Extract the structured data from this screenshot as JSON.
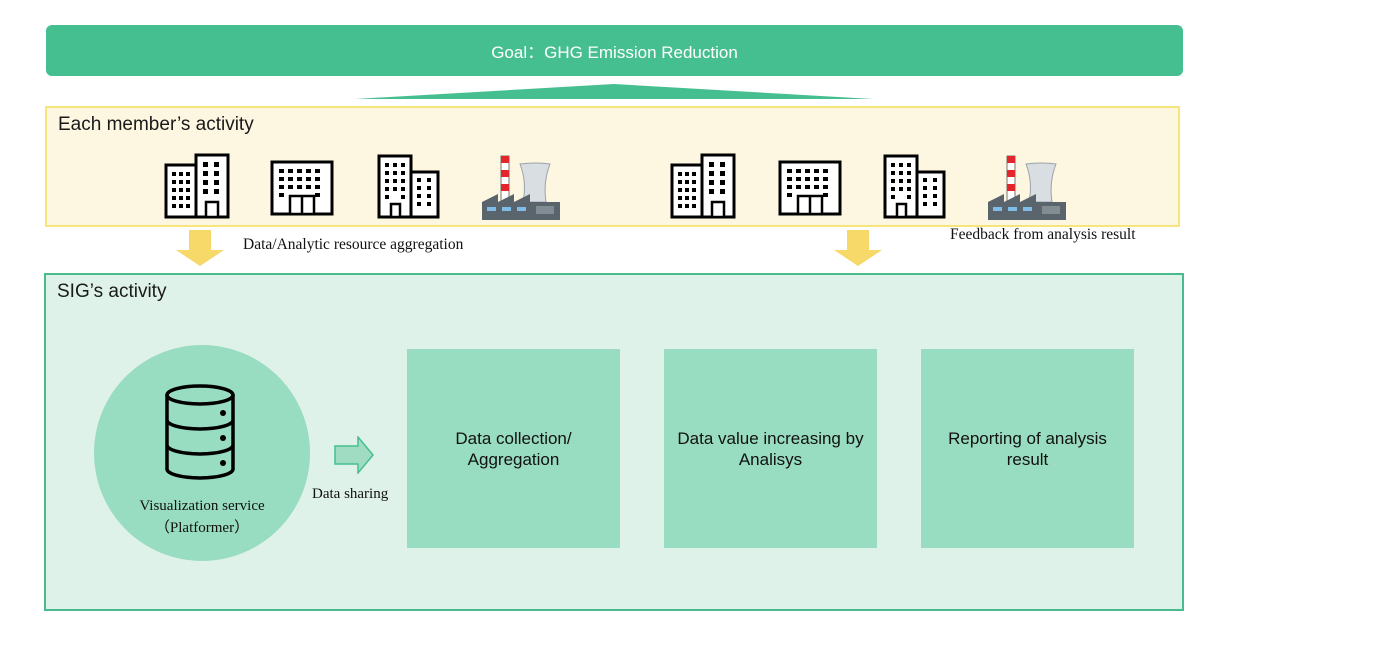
{
  "goal": {
    "text": "Goal：GHG Emission Reduction"
  },
  "member_section": {
    "title": "Each member’s activity",
    "facilities": [
      "building-tall-icon",
      "building-wide-icon",
      "building-double-icon",
      "power-plant-icon",
      "building-tall-icon",
      "building-wide-icon",
      "building-double-icon",
      "power-plant-icon"
    ]
  },
  "flows": {
    "aggregation_label": "Data/Analytic resource aggregation",
    "feedback_label": "Feedback from analysis result",
    "sharing_label": "Data sharing"
  },
  "sig_section": {
    "title": "SIG’s activity",
    "platform": {
      "icon": "database-icon",
      "line1": "Visualization service",
      "line2": "（Platformer）"
    },
    "steps": [
      {
        "text": "Data collection/ Aggregation"
      },
      {
        "text": "Data value increasing by Analisys"
      },
      {
        "text": "Reporting of analysis result"
      }
    ]
  },
  "colors": {
    "goal_green": "#46bf90",
    "member_fill": "#fdf6e1",
    "member_border": "#f6e57a",
    "sig_fill": "#dff2ea",
    "sig_border": "#49bb8c",
    "box_fill": "#98dcc1",
    "arrow_yellow": "#f6d968"
  }
}
